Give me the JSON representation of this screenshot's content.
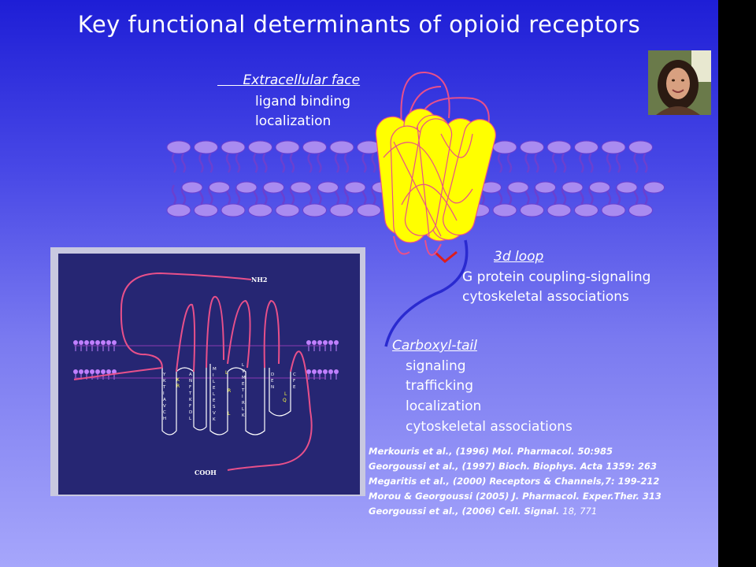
{
  "title": "Key functional determinants of opioid receptors",
  "extracellular": {
    "heading": "Extracellular face",
    "items": [
      "ligand binding",
      "localization"
    ]
  },
  "loop3": {
    "heading": "3d loop",
    "items": [
      "G protein coupling-signaling",
      "cytoskeletal associations"
    ]
  },
  "ctail": {
    "heading": "Carboxyl-tail",
    "items": [
      "signaling",
      "trafficking",
      "localization",
      "cytoskeletal associations"
    ]
  },
  "inset": {
    "nh2_label": "NH2",
    "cooh_label": "COOH"
  },
  "references": [
    {
      "text": "Merkouris et al., (1996) Mol. Pharmacol. 50:985"
    },
    {
      "text": "Georgoussi et al., (1997) Bioch. Biophys. Acta 1359: 263"
    },
    {
      "text": "Megaritis et al., (2000) Receptors & Channels,7: 199-212"
    },
    {
      "text": "Morou  & Georgoussi (2005) J. Pharmacol. Exper.Ther. 313"
    },
    {
      "text": "Georgoussi et al., (2006) Cell. Signal.",
      "suffix": "18, 771"
    }
  ],
  "colors": {
    "lipid_head": "#a98bf0",
    "helix": "#ffff00",
    "loop": "#e8508a",
    "loop3": "#dd1d1d",
    "ctail": "#2a2ad0"
  }
}
